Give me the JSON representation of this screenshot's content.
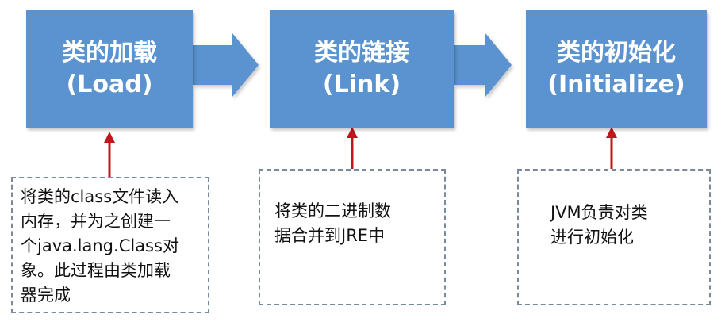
{
  "colors": {
    "box_fill": "#5a93cf",
    "arrow_fill": "#5a93cf",
    "connector": "#c0161c",
    "note_border": "#7a8a9a"
  },
  "stages": [
    {
      "title": "类的加载",
      "subtitle": "(Load)",
      "note": "将类的class文件读入\n内存，并为之创建一\n个java.lang.Class对\n象。此过程由类加载\n器完成"
    },
    {
      "title": "类的链接",
      "subtitle": "(Link)",
      "note": "将类的二进制数\n据合并到JRE中"
    },
    {
      "title": "类的初始化",
      "subtitle": "(Initialize)",
      "note": "JVM负责对类\n进行初始化"
    }
  ]
}
